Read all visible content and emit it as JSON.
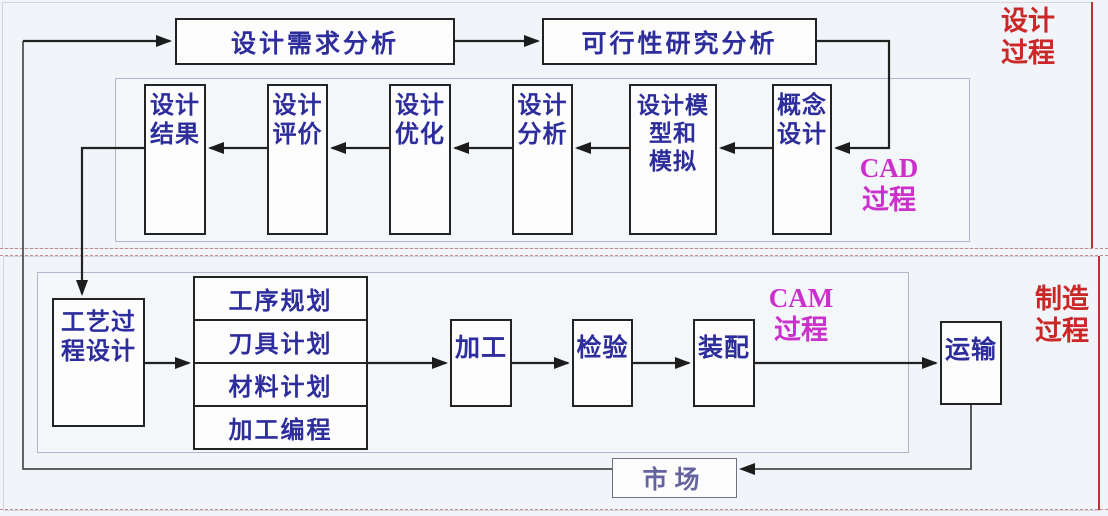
{
  "colors": {
    "background": "#f1f4f9",
    "box_border": "#232323",
    "box_text_navy": "#2d2d9c",
    "section_label_red": "#cb2727",
    "process_label_magenta": "#cc30cc",
    "market_text": "#63639f"
  },
  "design_section": {
    "label": "设计\n过程",
    "cad_label": "CAD\n过程",
    "requirements_box": "设计需求分析",
    "feasibility_box": "可行性研究分析",
    "cad_chain": [
      "设计\n结果",
      "设计\n评价",
      "设计\n优化",
      "设计\n分析",
      "设计模\n型和\n模拟",
      "概念\n设计"
    ]
  },
  "manufacturing_section": {
    "label": "制造\n过程",
    "cam_label": "CAM\n过程",
    "process_design_box": "工艺过\n程设计",
    "plan_items": [
      "工序规划",
      "刀具计划",
      "材料计划",
      "加工编程"
    ],
    "machining_box": "加工",
    "inspection_box": "检验",
    "assembly_box": "装配",
    "transport_box": "运输",
    "market_box": "市场"
  }
}
